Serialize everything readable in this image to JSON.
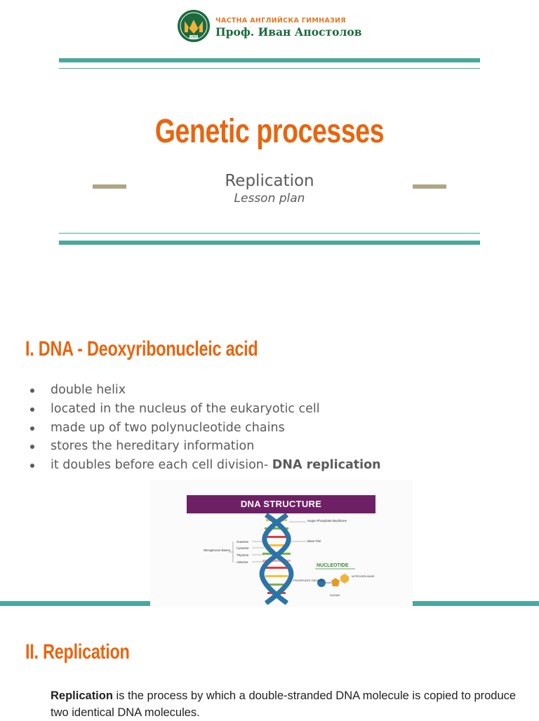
{
  "header": {
    "school_line1": "ЧАСТНА АНГЛИЙСКА ГИМНАЗИЯ",
    "school_line2": "Проф. Иван Апостолов",
    "emblem_year": "1999"
  },
  "title": "Genetic processes",
  "subtitle": "Replication",
  "lesson_label": "Lesson plan",
  "section1": {
    "heading": "I.  DNA - Deoxyribonucleic acid",
    "bullets": [
      "double helix",
      "located in the nucleus of the eukaryotic cell",
      "made up of two polynucleotide chains",
      "stores the hereditary information"
    ],
    "last_bullet_prefix": "it doubles before each cell division- ",
    "last_bullet_bold": "DNA replication"
  },
  "figure": {
    "banner": "DNA STRUCTURE",
    "label_backbone": "Sugar Phosphate Backbone",
    "label_base_pair": "Base Pair",
    "label_nitrogenous": "Nitrogenous Bases",
    "bases": [
      "Guanine",
      "Cytosine",
      "Thymine",
      "Adenine"
    ],
    "nucleotide_title": "NUCLEOTIDE",
    "label_phosphate": "PHOSPHATE GROUND",
    "label_nitrogen_base": "NITROGEN BASE",
    "label_sugar": "SUGAR",
    "colors": {
      "banner": "#6f1f66",
      "helix": "#2b74a8",
      "guanine": "#e53935",
      "cytosine": "#fbc02d",
      "thymine": "#7cb342",
      "adenine": "#f4a6b8"
    }
  },
  "section2": {
    "heading": "II. Replication",
    "text_bold": "Replication",
    "text_rest": " is the process by which a double-stranded DNA molecule is copied to produce two identical DNA molecules."
  },
  "colors": {
    "accent": "#e8650f",
    "teal": "#4aa89a",
    "dash": "#b0a485"
  }
}
